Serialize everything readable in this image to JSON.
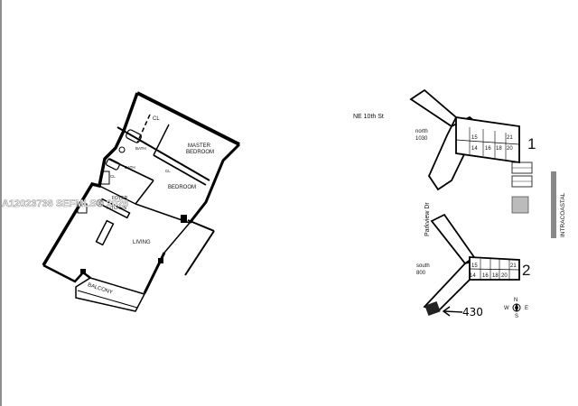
{
  "watermark": "A12023736 SEFMLS® 2026",
  "floorplan": {
    "rooms": {
      "closet_top": "CL",
      "master_bedroom_1": "MASTER",
      "master_bedroom_2": "BEDROOM",
      "bath_1": "BATH",
      "bath_2": "BATH",
      "closet_2": "CL",
      "bedroom": "BEDROOM",
      "cl_small": "CL",
      "foyer": "FOYER",
      "kitchen": "KITCHEN",
      "living": "LIVING",
      "balcony": "BALCONY"
    }
  },
  "site_plan": {
    "street_top": "NE 10th St",
    "street_side": "Parkview Dr",
    "waterway": "INTRACOASTAL",
    "building_north_name": "north",
    "building_north_number": "1030",
    "building_north_badge": "1",
    "building_south_name": "south",
    "building_south_number": "800",
    "building_south_badge": "2",
    "unit_numbers_north": [
      "15",
      "14",
      "16",
      "18",
      "20",
      "21"
    ],
    "unit_numbers_south": [
      "15",
      "14",
      "16",
      "18",
      "20",
      "21"
    ],
    "unit_marker": "430",
    "compass": {
      "n": "N",
      "s": "S",
      "e": "E",
      "w": "W"
    }
  }
}
